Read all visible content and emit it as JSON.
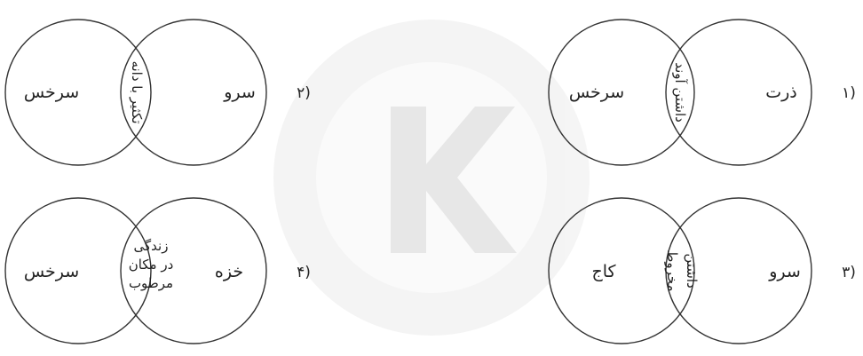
{
  "diagrams": [
    {
      "number": "۱)",
      "left_set": "سرخس",
      "right_set": "ذرت",
      "overlap": [
        "داشتن آوند"
      ]
    },
    {
      "number": "۲)",
      "left_set": "سرخس",
      "right_set": "سرو",
      "overlap": [
        "تکثیر با دانه"
      ]
    },
    {
      "number": "۳)",
      "left_set": "کاج",
      "right_set": "سرو",
      "overlap": [
        "داشتن",
        "مخروط"
      ]
    },
    {
      "number": "۴)",
      "left_set": "سرخس",
      "right_set": "خزه",
      "overlap": [
        "زندگی",
        "در مکان",
        "مرطوب"
      ]
    }
  ],
  "watermark": {
    "letter": "K",
    "color": "#d9d9d9"
  }
}
